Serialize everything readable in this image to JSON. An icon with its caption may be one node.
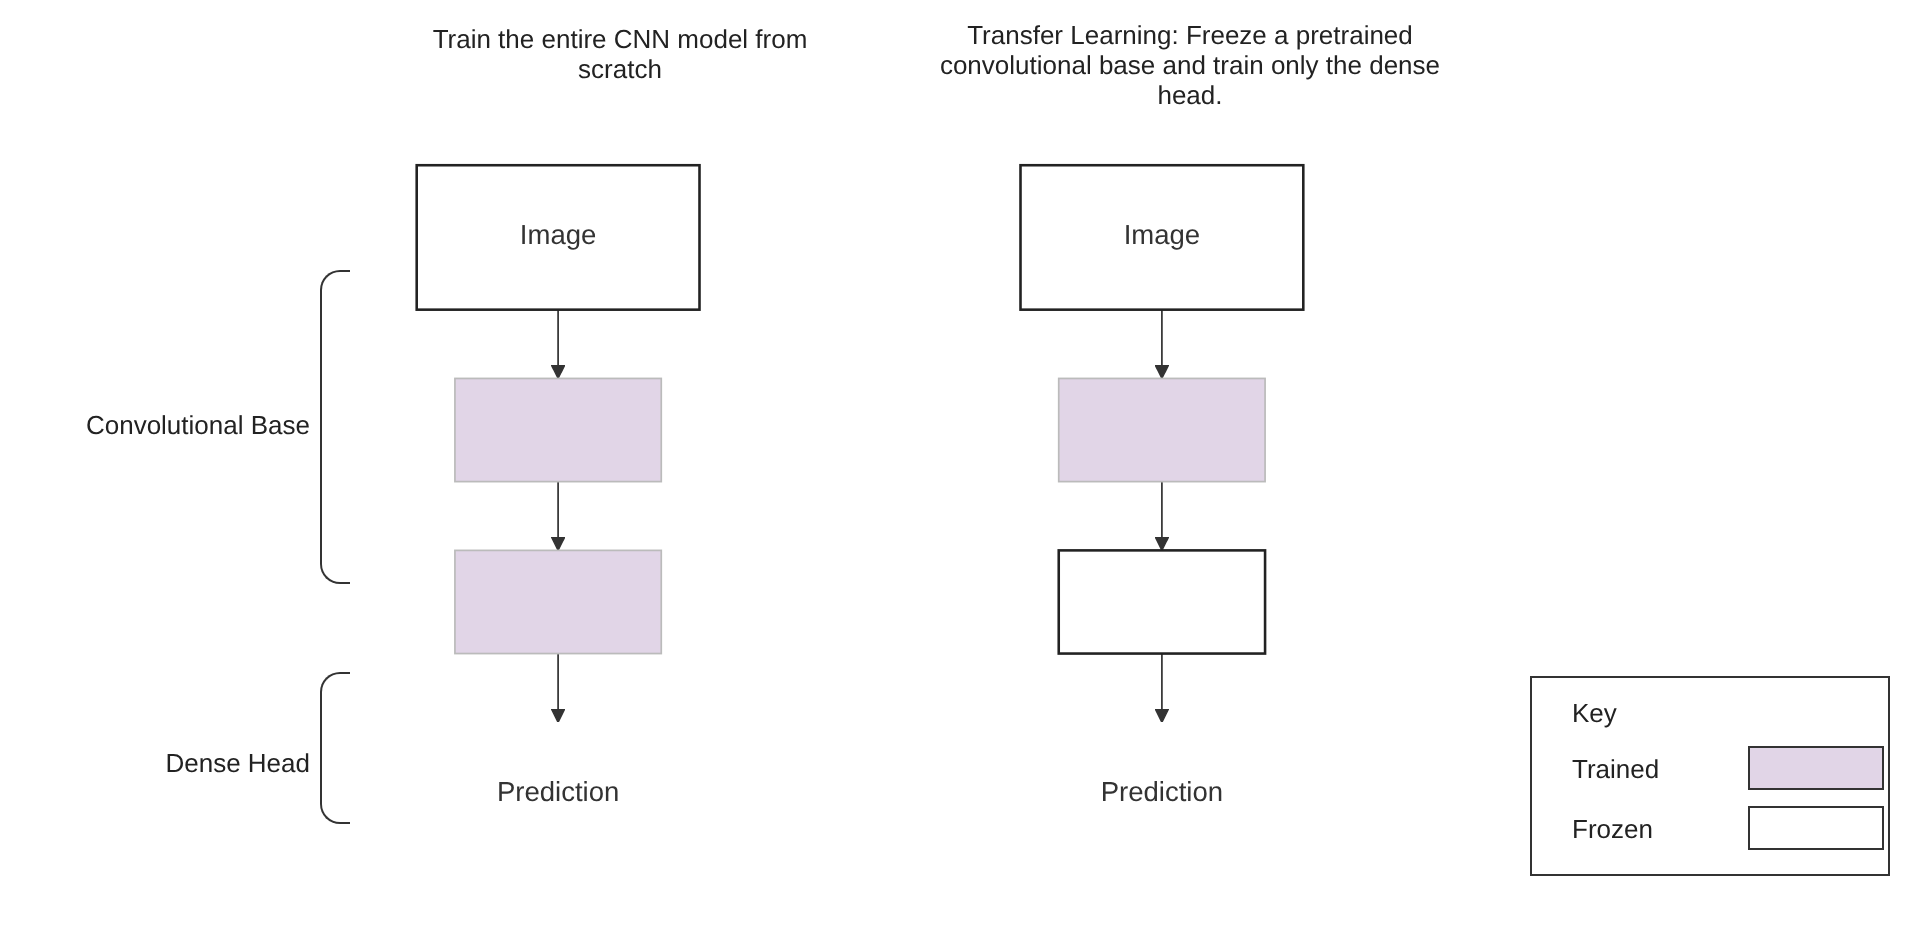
{
  "diagram": {
    "nodes": [
      {
        "text": [
          "Image"
        ]
      },
      {
        "text": [],
        "shape": "box"
      },
      {
        "text": [],
        "shape": "box"
      },
      {
        "text": [
          "Prediction"
        ]
      },
      {
        "text": [
          "Image"
        ]
      },
      {
        "text": [],
        "shape": "box"
      },
      {
        "text": [],
        "shape": "box"
      },
      {
        "text": [
          "Prediction"
        ]
      }
    ],
    "edges": [
      {
        "from": 0,
        "to": 1,
        "arrow": "to"
      },
      {
        "from": 1,
        "to": 2,
        "arrow": "to"
      },
      {
        "from": 2,
        "to": 3,
        "arrow": "to"
      },
      {
        "from": 4,
        "to": 5,
        "arrow": "to"
      },
      {
        "from": 5,
        "to": 6,
        "arrow": "to"
      },
      {
        "from": 6,
        "to": 7,
        "arrow": "to"
      }
    ],
    "labels": [
      "Train the entire CNN model from scratch",
      "Transfer Learning: Freeze a pretrained convolutional base and train only the dense head.",
      "Convolutional Base",
      "Dense Head",
      "Key"
    ],
    "legend": [
      {
        "text": "Trained",
        "color": "#e1d5e7"
      },
      {
        "text": "Frozen",
        "color": "#ffffff"
      }
    ]
  }
}
